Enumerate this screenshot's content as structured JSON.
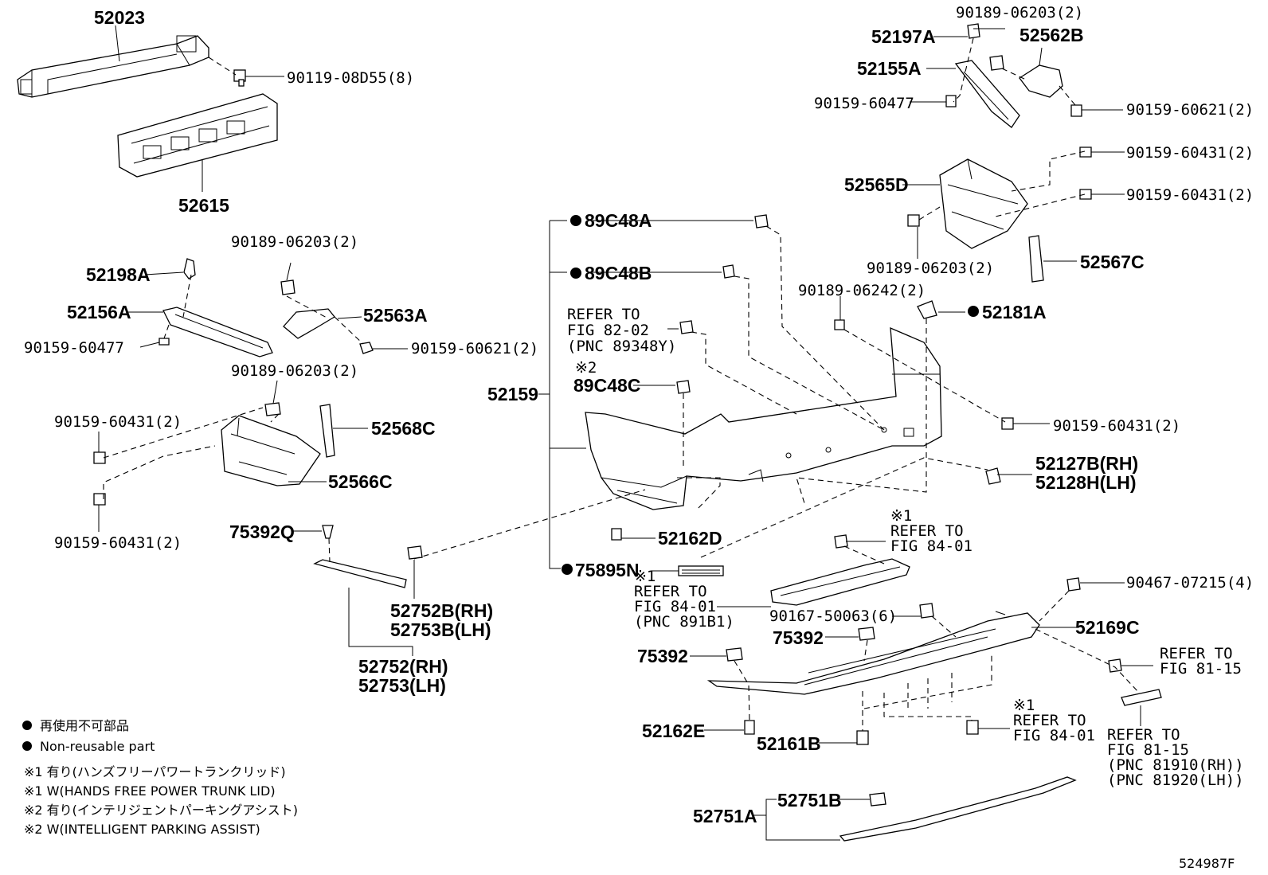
{
  "parts": {
    "p52023": "52023",
    "p90119": "90119-08D55(8)",
    "p52615": "52615",
    "p90189_a": "90189-06203(2)",
    "p52198A": "52198A",
    "p52156A": "52156A",
    "p52563A": "52563A",
    "p90159_60477_a": "90159-60477",
    "p90159_60621_a": "90159-60621(2)",
    "p90189_b": "90189-06203(2)",
    "p90159_60431_a": "90159-60431(2)",
    "p52568C": "52568C",
    "p52566C": "52566C",
    "p90159_60431_b": "90159-60431(2)",
    "p75392Q": "75392Q",
    "p52752B": "52752B(RH)",
    "p52753B": "52753B(LH)",
    "p52752": "52752(RH)",
    "p52753": "52753(LH)",
    "p89C48A": "89C48A",
    "p89C48B": "89C48B",
    "p89C48C": "89C48C",
    "p52159": "52159",
    "p52162D": "52162D",
    "p75895N": "75895N",
    "p90189_c": "90189-06203(2)",
    "p52197A": "52197A",
    "p52562B": "52562B",
    "p52155A": "52155A",
    "p90159_60477_b": "90159-60477",
    "p90159_60621_b": "90159-60621(2)",
    "p90159_60431_c": "90159-60431(2)",
    "p52565D": "52565D",
    "p90159_60431_d": "90159-60431(2)",
    "p90189_d": "90189-06203(2)",
    "p52567C": "52567C",
    "p90189_06242": "90189-06242(2)",
    "p52181A": "52181A",
    "p90159_60431_e": "90159-60431(2)",
    "p52127B": "52127B(RH)",
    "p52128H": "52128H(LH)",
    "p90467": "90467-07215(4)",
    "p90167": "90167-50063(6)",
    "p52169C": "52169C",
    "p75392_a": "75392",
    "p75392_b": "75392",
    "p52162E": "52162E",
    "p52161B": "52161B",
    "p52751B": "52751B",
    "p52751A": "52751A",
    "diagram_id": "524987F"
  },
  "refs": {
    "r1": [
      "REFER TO",
      "FIG 82-02",
      "(PNC 89348Y)"
    ],
    "r2_mark": "※2",
    "r3": [
      "※1",
      "REFER TO",
      "FIG 84-01"
    ],
    "r4": [
      "※1",
      "REFER TO",
      "FIG 84-01",
      "(PNC 891B1)"
    ],
    "r5": [
      "REFER TO",
      "FIG 81-15"
    ],
    "r6": [
      "※1",
      "REFER TO",
      "FIG 84-01"
    ],
    "r7": [
      "REFER TO",
      "FIG 81-15",
      "(PNC 81910(RH))",
      "(PNC 81920(LH))"
    ]
  },
  "legend": {
    "l1": "再使用不可部品",
    "l2": "Non-reusable part",
    "n1": "※1 有り(ハンズフリーパワートランクリッド)",
    "n2": "※1 W(HANDS FREE POWER TRUNK LID)",
    "n3": "※2 有り(インテリジェントパーキングアシスト)",
    "n4": "※2 W(INTELLIGENT PARKING ASSIST)"
  }
}
